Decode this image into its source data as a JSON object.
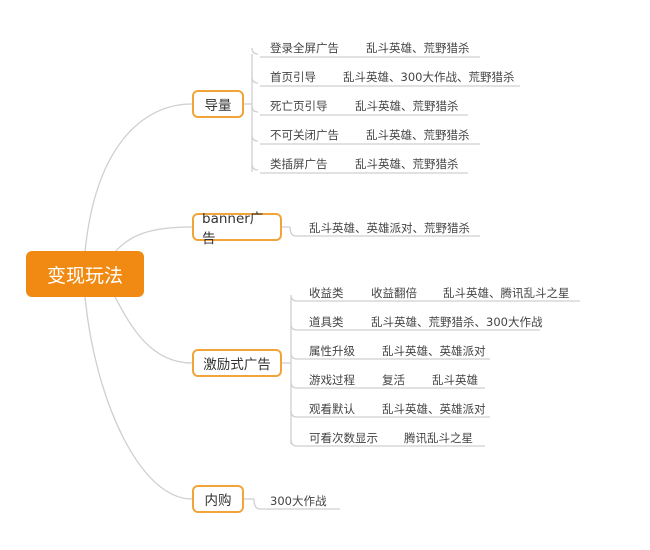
{
  "root": {
    "label": "变现玩法"
  },
  "branches": [
    {
      "label": "导量",
      "children": [
        {
          "label": "登录全屏广告",
          "children": [
            {
              "label": "乱斗英雄、荒野猎杀"
            }
          ]
        },
        {
          "label": "首页引导",
          "children": [
            {
              "label": "乱斗英雄、300大作战、荒野猎杀"
            }
          ]
        },
        {
          "label": "死亡页引导",
          "children": [
            {
              "label": "乱斗英雄、荒野猎杀"
            }
          ]
        },
        {
          "label": "不可关闭广告",
          "children": [
            {
              "label": "乱斗英雄、荒野猎杀"
            }
          ]
        },
        {
          "label": "类插屏广告",
          "children": [
            {
              "label": "乱斗英雄、荒野猎杀"
            }
          ]
        }
      ]
    },
    {
      "label": "banner广告",
      "children": [
        {
          "label": "乱斗英雄、英雄派对、荒野猎杀"
        }
      ]
    },
    {
      "label": "激励式广告",
      "children": [
        {
          "label": "收益类",
          "children": [
            {
              "label": "收益翻倍",
              "children": [
                {
                  "label": "乱斗英雄、腾讯乱斗之星"
                }
              ]
            }
          ]
        },
        {
          "label": "道具类",
          "children": [
            {
              "label": "乱斗英雄、荒野猎杀、300大作战"
            }
          ]
        },
        {
          "label": "属性升级",
          "children": [
            {
              "label": "乱斗英雄、英雄派对"
            }
          ]
        },
        {
          "label": "游戏过程",
          "children": [
            {
              "label": "复活",
              "children": [
                {
                  "label": "乱斗英雄"
                }
              ]
            }
          ]
        },
        {
          "label": "观看默认",
          "children": [
            {
              "label": "乱斗英雄、英雄派对"
            }
          ]
        },
        {
          "label": "可看次数显示",
          "children": [
            {
              "label": "腾讯乱斗之星"
            }
          ]
        }
      ]
    },
    {
      "label": "内购",
      "children": [
        {
          "label": "300大作战"
        }
      ]
    }
  ],
  "colors": {
    "root_fill": "#f08a12",
    "branch_border": "#f1a43a",
    "line": "#cfcfcf"
  }
}
